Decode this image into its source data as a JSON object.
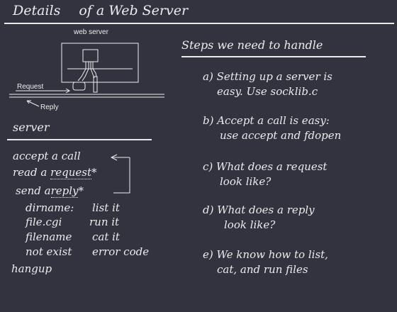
{
  "slide": {
    "title_left": "Details",
    "title_right": "of a Web Server"
  },
  "diagram": {
    "web_server_label": "web server",
    "request_label": "Request",
    "reply_label": "Reply"
  },
  "server_section": {
    "heading": "server",
    "lines": {
      "accept": "accept a call",
      "read_prefix": "read a",
      "read_request": "request",
      "send_prefix": "send a",
      "send_reply": "reply",
      "dirname_label": "dirname:",
      "dirname_action": "list it",
      "filecgi_label": "file.cgi",
      "filecgi_action": "run it",
      "filename_label": "filename",
      "filename_action": "cat it",
      "notexist_label": "not exist",
      "notexist_action": "error code",
      "hangup": "hangup"
    },
    "asterisk_1": "*",
    "asterisk_2": "*"
  },
  "steps_section": {
    "heading": "Steps we need to handle",
    "items": [
      {
        "line1": "a) Setting up a server is",
        "line2": "easy.  Use socklib.c"
      },
      {
        "line1": "b) Accept a call is easy:",
        "line2": "use accept and fdopen"
      },
      {
        "line1": "c) What does a request",
        "line2": "look like?"
      },
      {
        "line1": "d) What does a reply",
        "line2": "look like?"
      },
      {
        "line1": "e) We know how to list,",
        "line2": "cat, and run files"
      }
    ]
  }
}
